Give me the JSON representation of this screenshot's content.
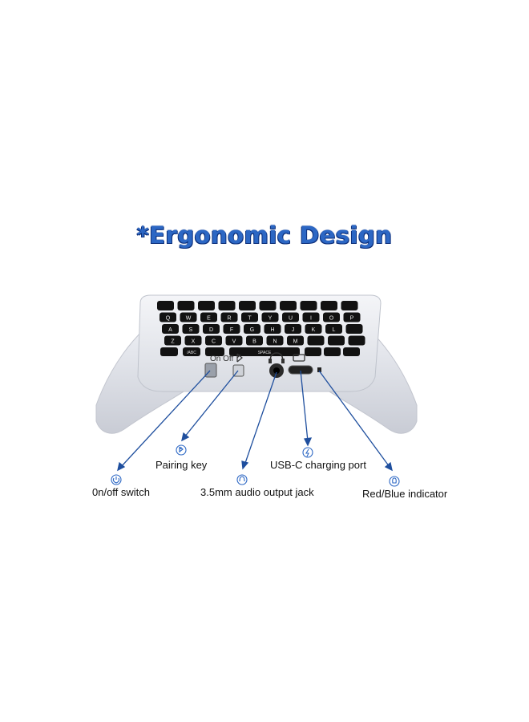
{
  "title": "*Ergonomic Design",
  "device": {
    "switch_label": "On Off",
    "keys": {
      "row1": [
        "",
        "",
        "",
        "",
        "",
        "",
        "",
        "",
        "",
        ""
      ],
      "row2": [
        "Q",
        "W",
        "E",
        "R",
        "T",
        "Y",
        "U",
        "I",
        "O",
        "P"
      ],
      "row3": [
        "A",
        "S",
        "D",
        "F",
        "G",
        "H",
        "J",
        "K",
        "L",
        ""
      ],
      "row4": [
        "Z",
        "X",
        "C",
        "V",
        "B",
        "N",
        "M",
        "",
        "",
        ""
      ],
      "space": "SPACE",
      "abc": "/ABC"
    }
  },
  "callouts": {
    "onoff": "0n/off switch",
    "pairing": "Pairing key",
    "audio": "3.5mm audio output jack",
    "usbc": "USB-C charging port",
    "indicator": "Red/Blue indicator"
  },
  "colors": {
    "accent": "#2c67c4",
    "line": "#1f4f9e",
    "body": "#e9ebf0"
  },
  "icons": {
    "power": "power-icon",
    "bluetooth": "bluetooth-icon",
    "headphones": "headphones-icon",
    "bolt": "bolt-icon",
    "bulb": "bulb-icon"
  }
}
